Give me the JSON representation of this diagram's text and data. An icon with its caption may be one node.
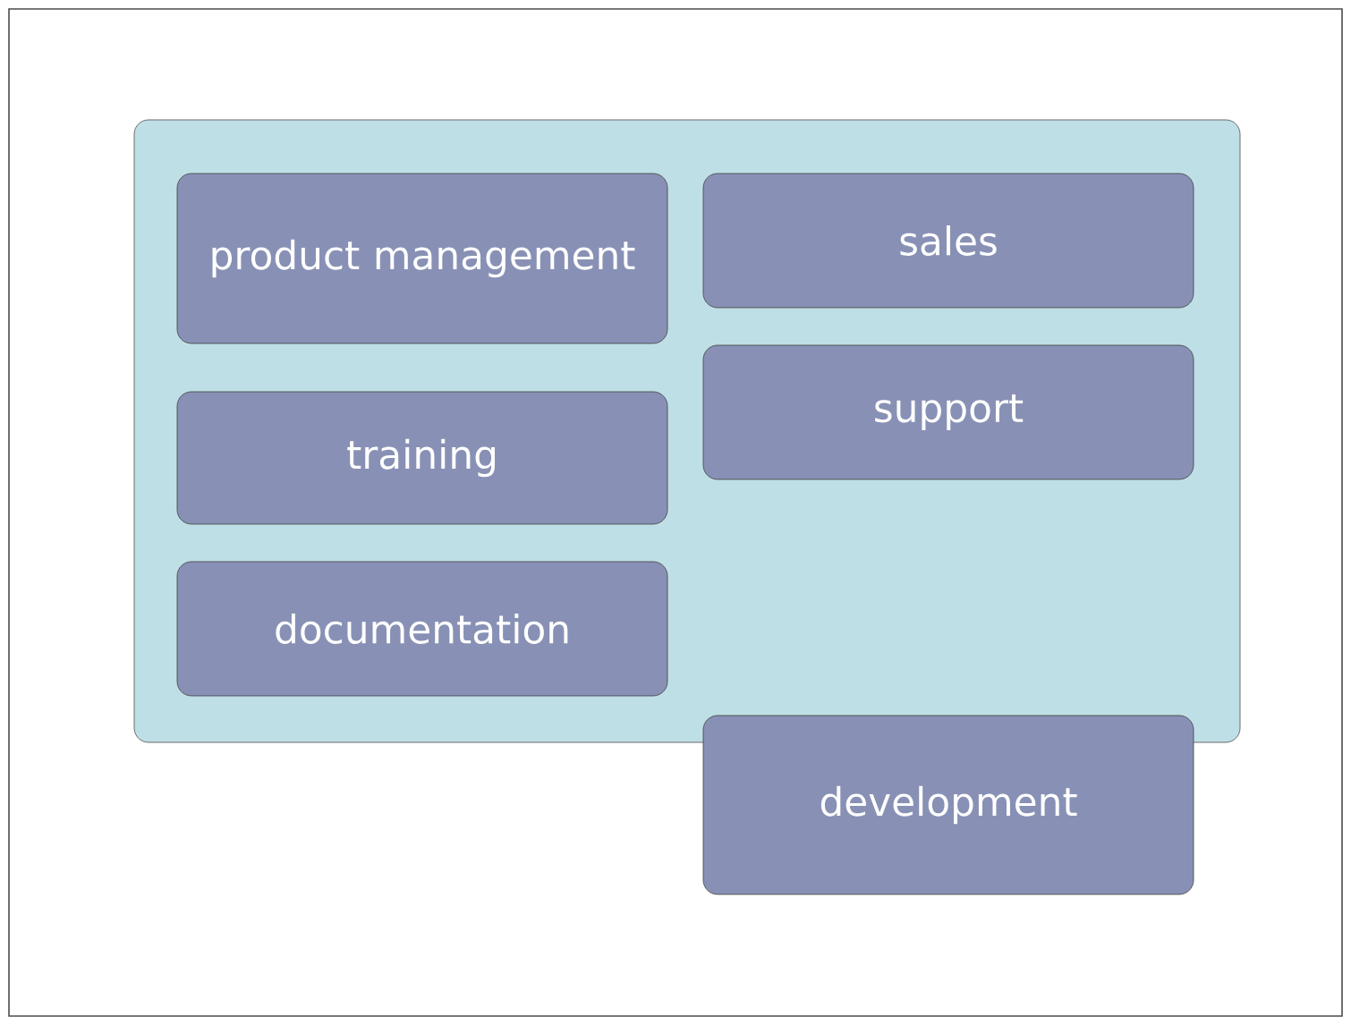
{
  "diagram": {
    "nodes": [
      {
        "text": [],
        "shape": "box"
      },
      {
        "text": [
          "product management"
        ],
        "in": 0
      },
      {
        "text": [
          "sales"
        ],
        "in": 0
      },
      {
        "text": [
          "training"
        ],
        "in": 0
      },
      {
        "text": [
          "support"
        ],
        "in": 0
      },
      {
        "text": [
          "documentation"
        ],
        "in": 0
      },
      {
        "text": [
          "development"
        ]
      }
    ]
  }
}
